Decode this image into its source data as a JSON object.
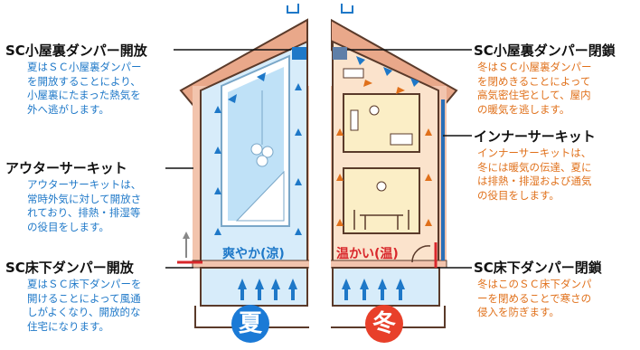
{
  "summer": {
    "badge": "夏",
    "room_label": "爽やか(涼)",
    "attic_damper": {
      "title": "SC小屋裏ダンパー開放",
      "desc": "夏はＳＣ小屋裏ダンパー\nを開放することにより、\n小屋裏にたまった熱気を\n外へ逃がします。"
    },
    "outer_circuit": {
      "title": "アウターサーキット",
      "desc": "アウターサーキットは、\n常時外気に対して開放さ\nれており、排熱・排湿等\nの役目をします。"
    },
    "floor_damper": {
      "title": "SC床下ダンパー開放",
      "desc": "夏はＳＣ床下ダンパーを\n開けることによって風通\nしがよくなり、開放的な\n住宅になります。"
    }
  },
  "winter": {
    "badge": "冬",
    "room_label": "温かい(温)",
    "attic_damper": {
      "title": "SC小屋裏ダンパー閉鎖",
      "desc": "冬はＳＣ小屋裏ダンパー\nを閉めきることによって\n高気密住宅として、屋内\nの暖気を逃します。"
    },
    "inner_circuit": {
      "title": "インナーサーキット",
      "desc": "インナーサーキットは、\n冬には暖気の伝達、夏に\nは排熱・排湿および通気\nの役目をします。"
    },
    "floor_damper": {
      "title": "SC床下ダンパー閉鎖",
      "desc": "冬はこのＳＣ床下ダンパ\nーを閉めることで寒さの\n侵入を防ぎます。"
    }
  },
  "colors": {
    "summer_accent": "#1e78c8",
    "summer_badge": "#1b7ad6",
    "winter_accent": "#e0701a",
    "winter_badge": "#e8402a",
    "roof": "#e9a88a",
    "wall_outline": "#5a3a2a",
    "summer_room": "#bfe1f7",
    "winter_room": "#f9d9b9",
    "winter_floor": "#fbeec6"
  }
}
